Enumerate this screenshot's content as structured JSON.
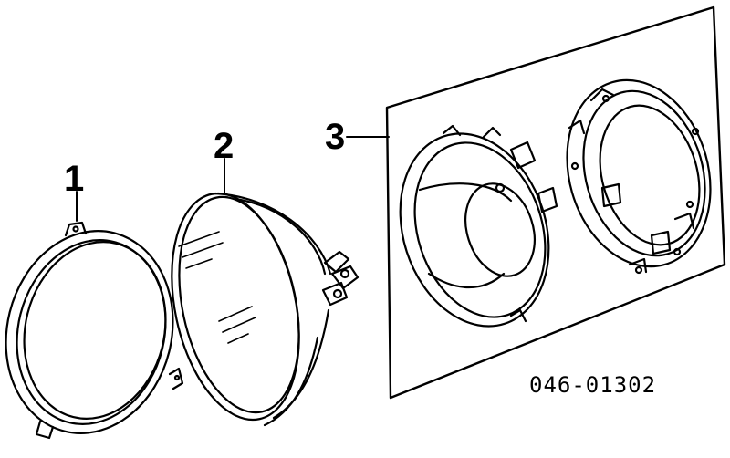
{
  "callouts": [
    {
      "label": "1"
    },
    {
      "label": "2"
    },
    {
      "label": "3"
    }
  ],
  "part_code": "046-01302",
  "colors": {
    "line": "#000000",
    "background": "#ffffff"
  }
}
